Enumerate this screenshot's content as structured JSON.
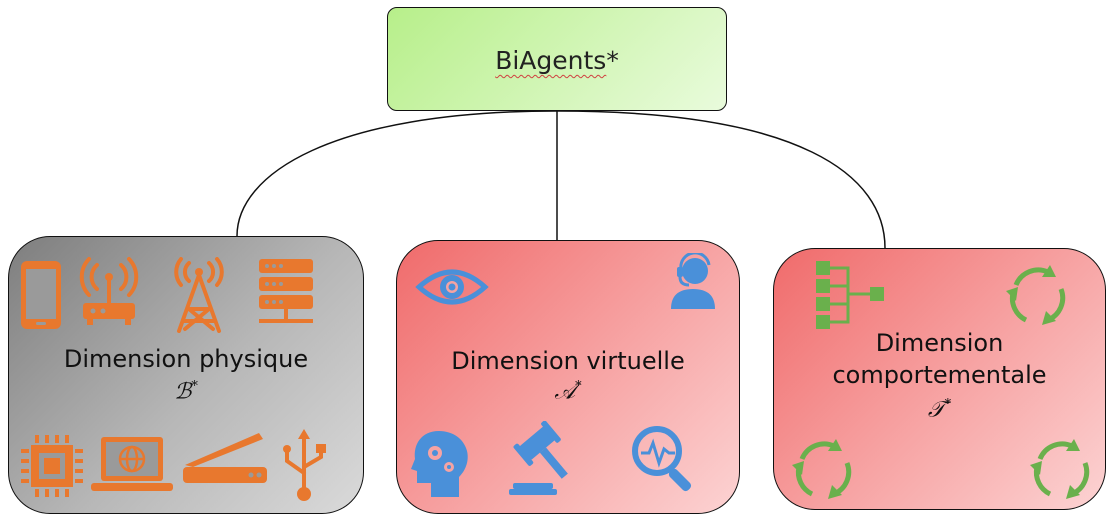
{
  "root": {
    "title": "BiAgents",
    "star": "*"
  },
  "dimensions": [
    {
      "id": "physique",
      "line1": "Dimension physique",
      "line2": "",
      "symbol": "ℬ",
      "star": "*",
      "icons": [
        "smartphone-icon",
        "wifi-router-icon",
        "antenna-tower-icon",
        "server-icon",
        "cpu-chip-icon",
        "laptop-globe-icon",
        "scanner-icon",
        "usb-icon"
      ],
      "color": "#e8782e"
    },
    {
      "id": "virtuelle",
      "line1": "Dimension virtuelle",
      "line2": "",
      "symbol": "𝒜",
      "star": "*",
      "icons": [
        "eye-icon",
        "support-agent-icon",
        "head-gears-icon",
        "gavel-icon",
        "analytics-search-icon"
      ],
      "color": "#4a90d9"
    },
    {
      "id": "comportementale",
      "line1": "Dimension",
      "line2": "comportementale",
      "symbol": "𝒯",
      "star": "*",
      "icons": [
        "hierarchy-icon",
        "cycle-arrows-icon",
        "cycle-arrows-icon",
        "cycle-arrows-icon"
      ],
      "color": "#6ab04c"
    }
  ]
}
